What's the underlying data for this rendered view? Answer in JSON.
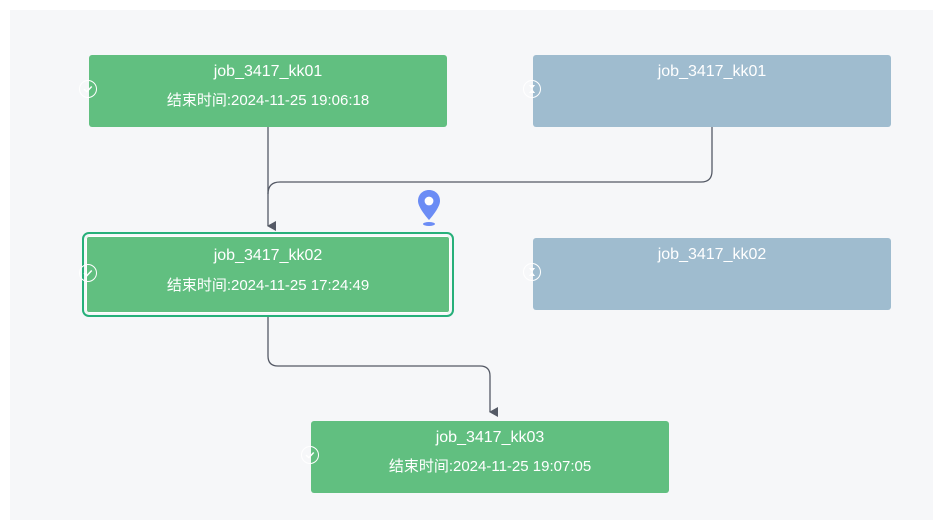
{
  "colors": {
    "success": "#61bf80",
    "waiting": "#9fbccf",
    "edge": "#555a66",
    "selected_border": "#27b07a",
    "pin": "#6b8cf5",
    "background": "#f6f7f9"
  },
  "nodes": [
    {
      "id": "n1",
      "name": "job_3417_kk01",
      "time_label": "结束时间:2024-11-25 19:06:18",
      "status": "success",
      "status_icon": "check-circle-icon",
      "selected": false
    },
    {
      "id": "n2",
      "name": "job_3417_kk01",
      "time_label": "",
      "status": "waiting",
      "status_icon": "hourglass-icon",
      "selected": false
    },
    {
      "id": "n3",
      "name": "job_3417_kk02",
      "time_label": "结束时间:2024-11-25 17:24:49",
      "status": "success",
      "status_icon": "check-circle-icon",
      "selected": true
    },
    {
      "id": "n4",
      "name": "job_3417_kk02",
      "time_label": "",
      "status": "waiting",
      "status_icon": "hourglass-icon",
      "selected": false
    },
    {
      "id": "n5",
      "name": "job_3417_kk03",
      "time_label": "结束时间:2024-11-25 19:07:05",
      "status": "success",
      "status_icon": "check-circle-icon",
      "selected": false
    }
  ],
  "edges": [
    {
      "from": "n1",
      "to": "n3"
    },
    {
      "from": "n2",
      "to": "n3"
    },
    {
      "from": "n3",
      "to": "n5"
    }
  ],
  "marker": {
    "icon": "location-pin-icon"
  }
}
